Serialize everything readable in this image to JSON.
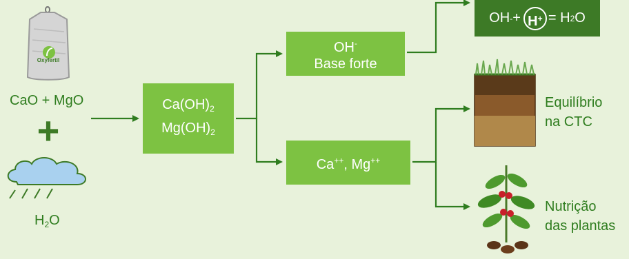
{
  "colors": {
    "background": "#e8f2db",
    "accent_green": "#7dc242",
    "dark_green": "#3d7a26",
    "text_green": "#2f7d1f",
    "arrow": "#2f7d1f"
  },
  "inputs": {
    "bag_brand": "Oxyfertil",
    "oxides": "CaO + MgO",
    "plus_sign": "+",
    "water_base": "H",
    "water_sub": "2",
    "water_tail": "O"
  },
  "hydroxides": {
    "ca_base": "Ca(OH)",
    "ca_sub": "2",
    "mg_base": "Mg(OH)",
    "mg_sub": "2"
  },
  "hydroxyl_box": {
    "ion_base": "OH",
    "ion_sup": "-",
    "label": "Base forte"
  },
  "cations_box": {
    "ca": "Ca",
    "ca_sup": "++",
    "sep": ", Mg",
    "mg_sup": "++"
  },
  "neutralization": {
    "oh": "OH",
    "oh_sup": "-",
    "plus": " +",
    "h": "H",
    "h_sup": "+",
    "eq": "= H",
    "eq_sub": "2",
    "eq_tail": "O"
  },
  "outcomes": {
    "ctc_line1": "Equilíbrio",
    "ctc_line2": "na CTC",
    "nutri_line1": "Nutrição",
    "nutri_line2": "das plantas"
  }
}
